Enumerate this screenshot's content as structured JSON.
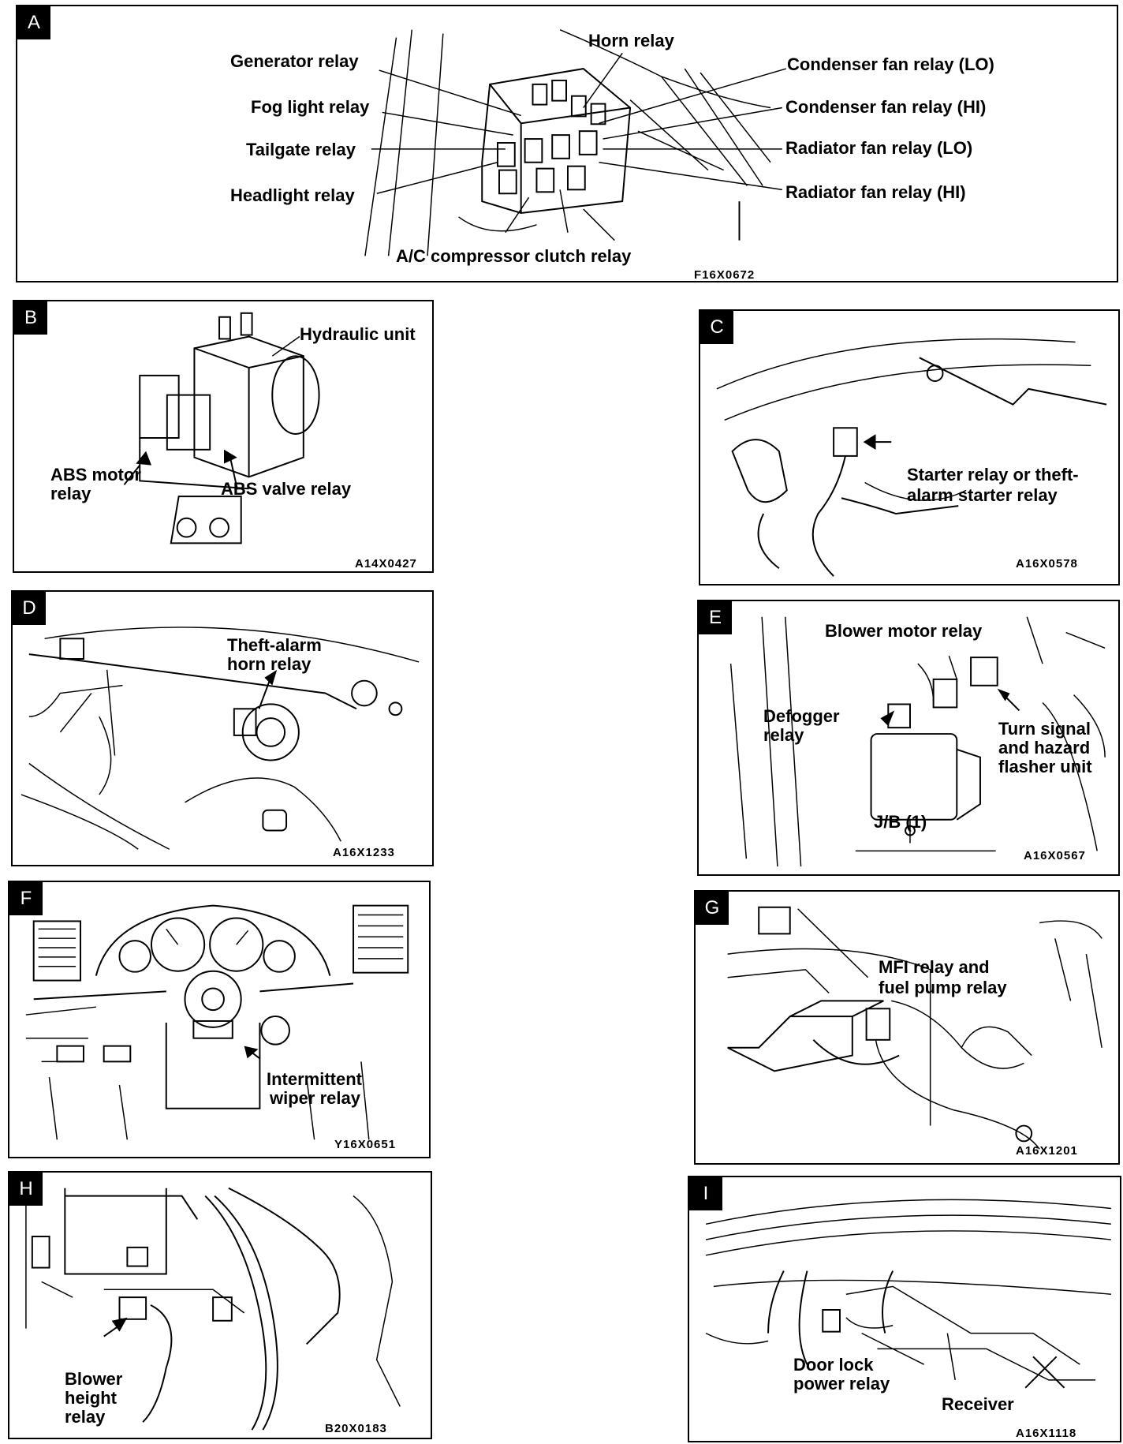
{
  "panels": {
    "a": {
      "letter": "A",
      "code": "F16X0672",
      "labels": {
        "generator": "Generator relay",
        "fog": "Fog light relay",
        "tailgate": "Tailgate relay",
        "headlight": "Headlight relay",
        "horn": "Horn relay",
        "cond_lo": "Condenser fan relay (LO)",
        "cond_hi": "Condenser fan relay (HI)",
        "rad_lo": "Radiator fan relay (LO)",
        "rad_hi": "Radiator fan relay (HI)",
        "ac": "A/C compressor clutch relay"
      }
    },
    "b": {
      "letter": "B",
      "code": "A14X0427",
      "labels": {
        "hydraulic": "Hydraulic unit",
        "abs_motor_1": "ABS motor",
        "abs_motor_2": "relay",
        "abs_valve": "ABS valve relay"
      }
    },
    "c": {
      "letter": "C",
      "code": "A16X0578",
      "labels": {
        "starter_1": "Starter relay or theft-",
        "starter_2": "alarm starter relay"
      }
    },
    "d": {
      "letter": "D",
      "code": "A16X1233",
      "labels": {
        "horn_1": "Theft-alarm",
        "horn_2": "horn relay"
      }
    },
    "e": {
      "letter": "E",
      "code": "A16X0567",
      "labels": {
        "blower": "Blower motor relay",
        "defogger_1": "Defogger",
        "defogger_2": "relay",
        "turn_1": "Turn signal",
        "turn_2": "and hazard",
        "turn_3": "flasher unit",
        "jb": "J/B (1)"
      }
    },
    "f": {
      "letter": "F",
      "code": "Y16X0651",
      "labels": {
        "wiper_1": "Intermittent",
        "wiper_2": "wiper relay"
      }
    },
    "g": {
      "letter": "G",
      "code": "A16X1201",
      "labels": {
        "mfi_1": "MFI relay and",
        "mfi_2": "fuel pump relay"
      }
    },
    "h": {
      "letter": "H",
      "code": "B20X0183",
      "labels": {
        "blower_1": "Blower",
        "blower_2": "height",
        "blower_3": "relay"
      }
    },
    "i": {
      "letter": "I",
      "code": "A16X1118",
      "labels": {
        "door_1": "Door lock",
        "door_2": "power relay",
        "receiver": "Receiver"
      }
    }
  }
}
